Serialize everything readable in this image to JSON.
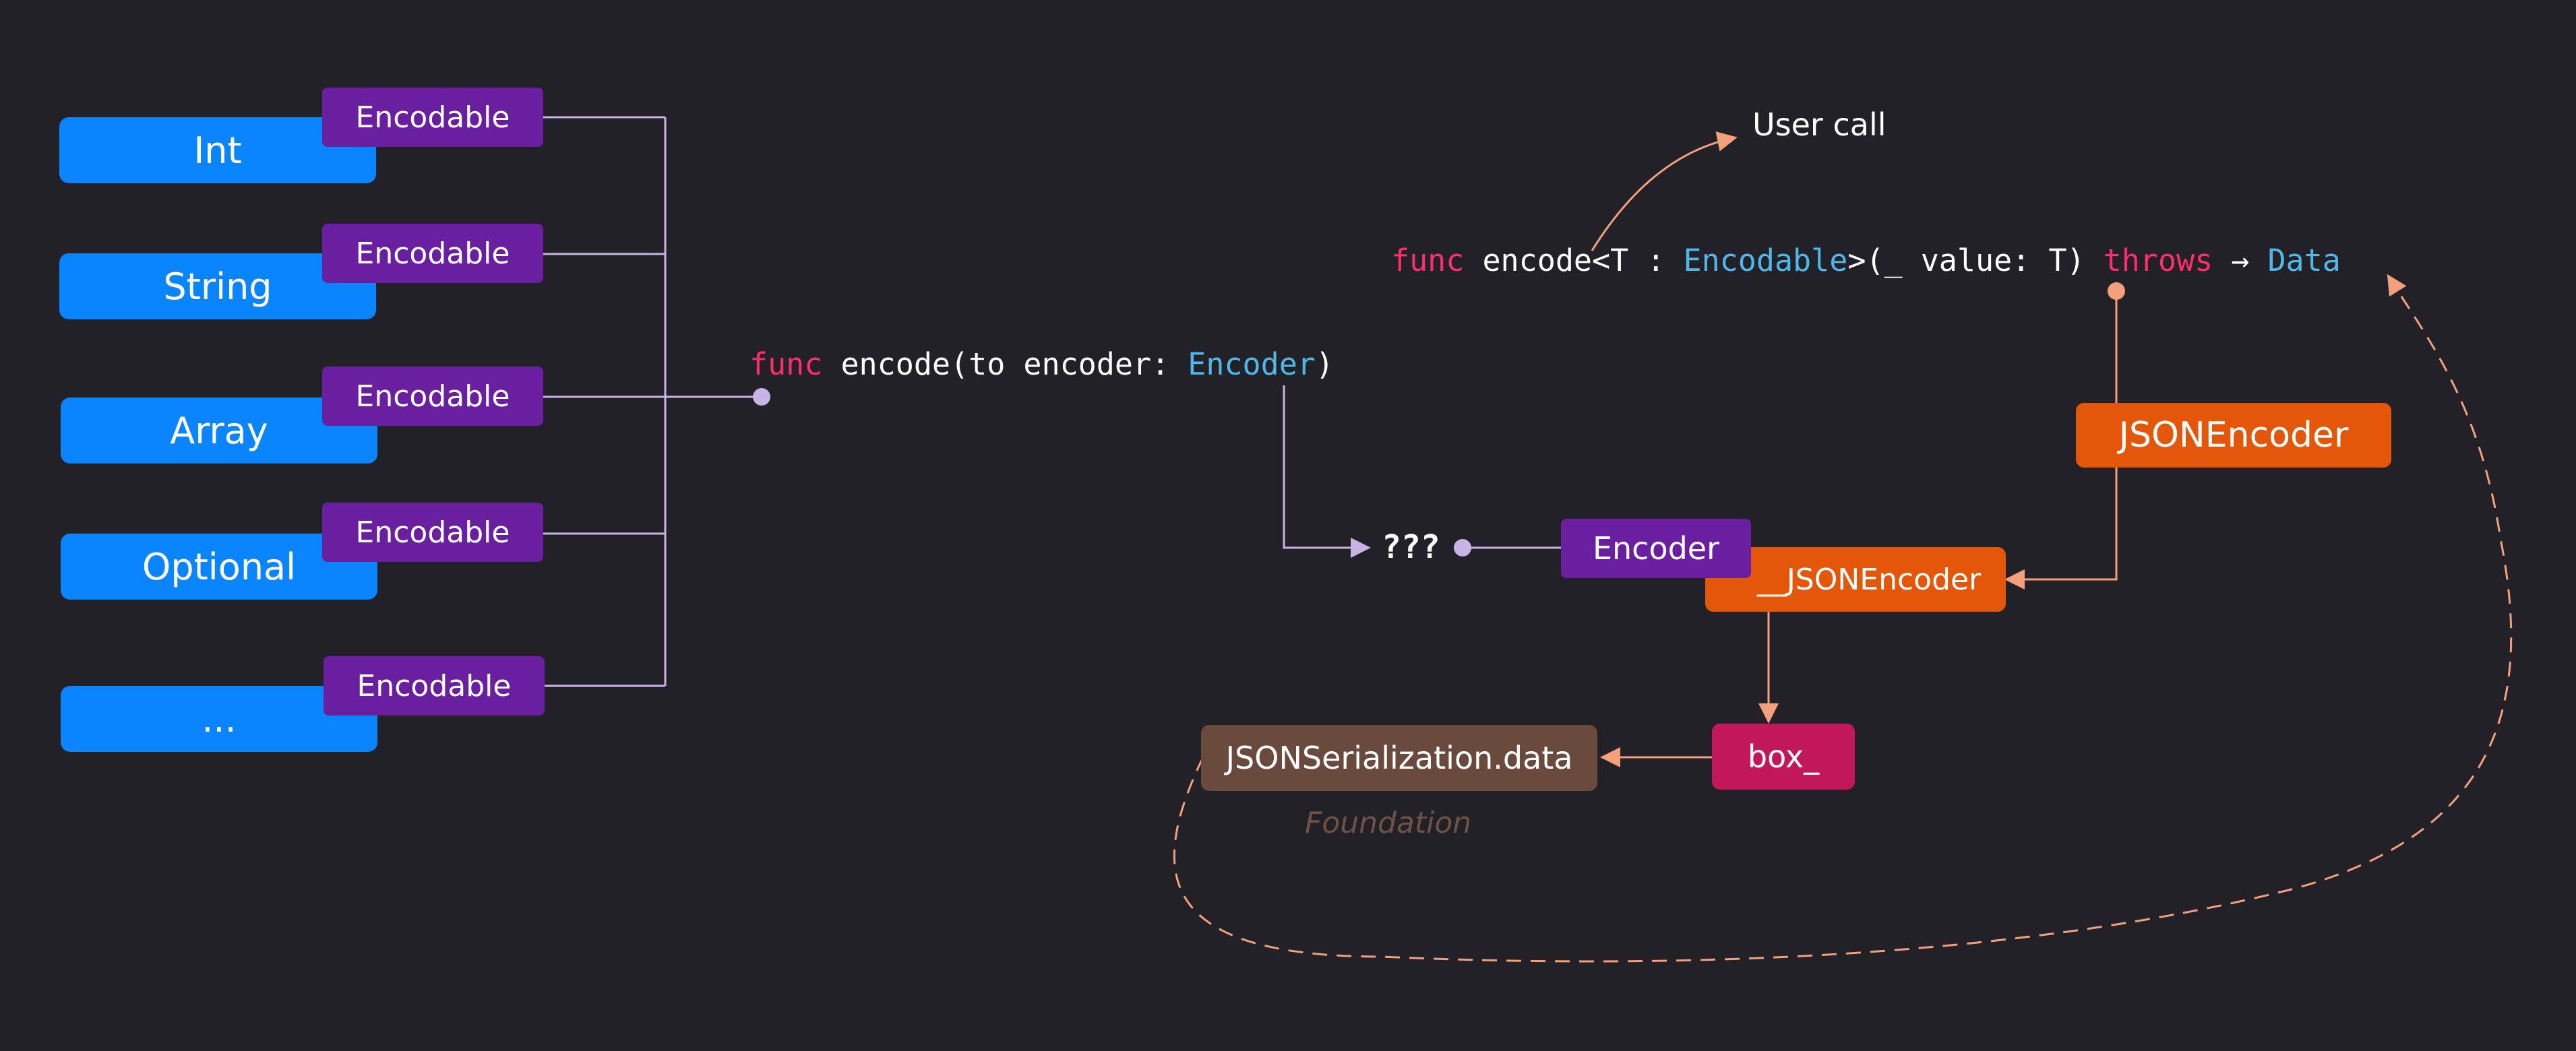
{
  "types": [
    {
      "name": "Int",
      "protocol": "Encodable"
    },
    {
      "name": "String",
      "protocol": "Encodable"
    },
    {
      "name": "Array",
      "protocol": "Encodable"
    },
    {
      "name": "Optional",
      "protocol": "Encodable"
    },
    {
      "name": "...",
      "protocol": "Encodable"
    }
  ],
  "method_signature": {
    "keyword": "func",
    "body": " encode(to encoder: ",
    "type": "Encoder",
    "close": ")"
  },
  "user_call_label": "User call",
  "encode_signature": {
    "keyword": "func",
    "part1": " encode<T : ",
    "type1": "Encodable",
    "part2": ">(_ value: T) ",
    "throws": "throws",
    "arrow": " → ",
    "return_type": "Data"
  },
  "unknown_label": "???",
  "encoder_label": "Encoder",
  "json_encoder_label": "JSONEncoder",
  "private_encoder_label": "__JSONEncoder",
  "box_label": "box_",
  "serialization_label": "JSONSerialization.data",
  "foundation_label": "Foundation",
  "colors": {
    "background": "#222127",
    "type_box": "#0a84ff",
    "protocol_box": "#6a1fa0",
    "encoder_box": "#e4570a",
    "box_node": "#c2185b",
    "serialization_box": "#6b4a3e",
    "keyword": "#ff2d6a",
    "type_name": "#4fb8e9",
    "protocol_line": "#c9b2e4",
    "flow_line": "#f4a07c"
  }
}
